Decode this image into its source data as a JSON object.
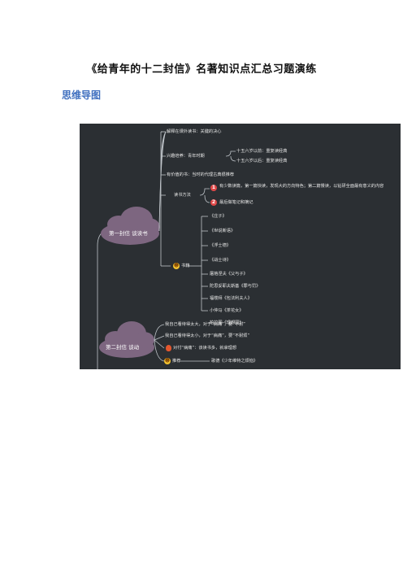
{
  "title": "《给青年的十二封信》名著知识点汇总习题演练",
  "section_title": "思维导图",
  "mindmap": {
    "clouds": [
      {
        "label": "第一封信 谈读书"
      },
      {
        "label": "第二封信 谈动"
      }
    ],
    "letter1": [
      {
        "text": "解释在课外读书：关键的决心"
      },
      {
        "text": "兴趣培养：青年时期"
      },
      {
        "text": "十五六岁以前：重复读经典"
      },
      {
        "text": "十五六岁以后：重复读经典"
      },
      {
        "text": "有价值的书：当时的代理古典很推荐"
      },
      {
        "text": "读书方法"
      },
      {
        "text": "有少数读篇，第一篇快读，发现大的方向特色；第二篇慢读，以钻研全面最有意义的内容"
      },
      {
        "text": "最后做笔记和摘记"
      },
      {
        "text": "书籍"
      },
      {
        "text": "《庄子》"
      },
      {
        "text": "《世说新语》"
      },
      {
        "text": "《浮士德》"
      },
      {
        "text": "《战士诗》"
      },
      {
        "text": "屠格涅夫《父与子》"
      },
      {
        "text": "陀思妥耶夫斯基《罪与罚》"
      },
      {
        "text": "福楼拜《包法利夫人》"
      },
      {
        "text": "小仲马《茶花女》"
      },
      {
        "text": "柏拉图《理想国》"
      }
    ],
    "letter2": [
      {
        "text": "我自己看待得太大，对于“病痛”，要“不耐”"
      },
      {
        "text": "我自己看待得太小，对于“病痛”，要“不耐烦”"
      },
      {
        "text": "对付“病痛”：该读书多，就拿理想"
      },
      {
        "text": "推荐"
      },
      {
        "text": "歌德《少年维特之烦恼》"
      }
    ],
    "colors": {
      "background": "#2b2f33",
      "line": "#bfc4c9",
      "cloud": "#7d6680",
      "accent": "#e04848",
      "emoji": "#f2c230"
    }
  }
}
